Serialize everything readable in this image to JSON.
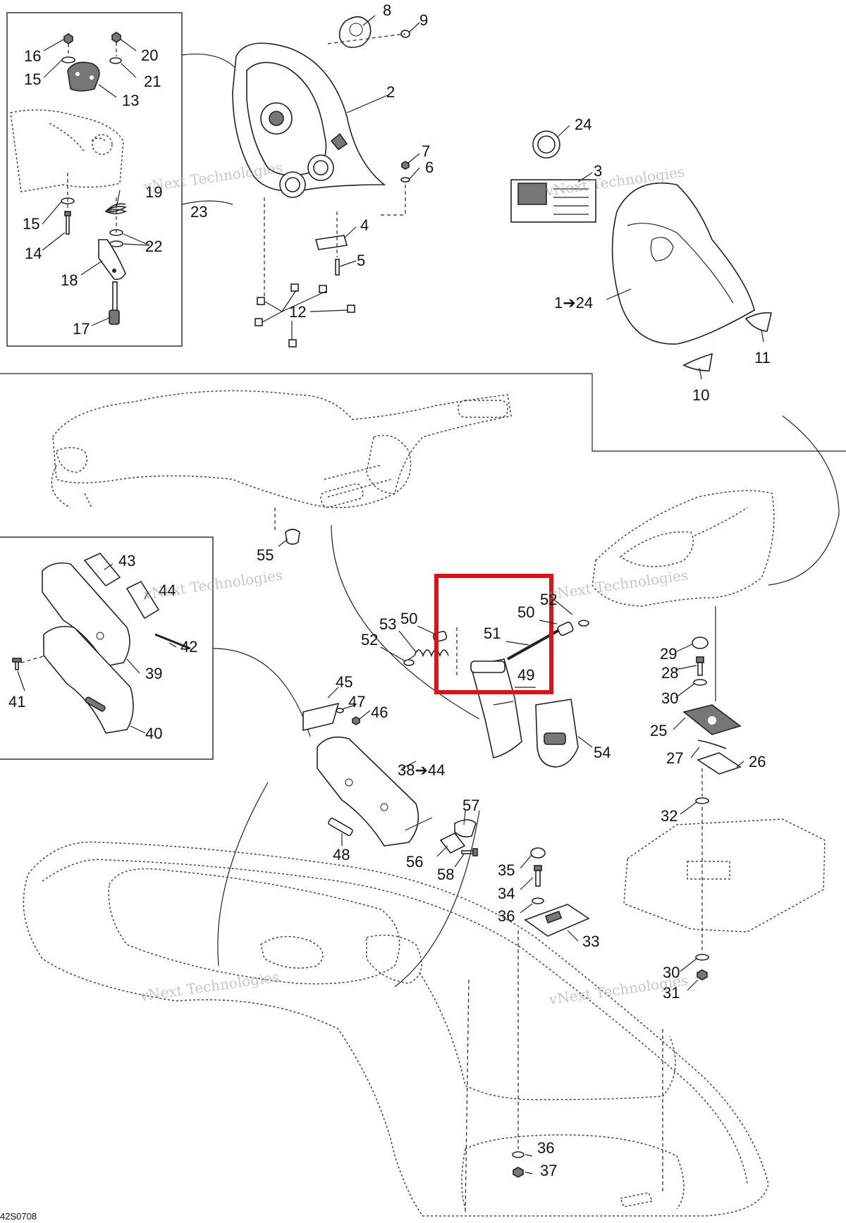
{
  "diagram": {
    "drawing_code": "42S0708",
    "watermark_line1": "vNext",
    "watermark_line2": "Technologies",
    "watermark_full": "vNext Technologies",
    "highlight_color": "#d9141b",
    "callouts": {
      "c2": "2",
      "c4": "4",
      "c5": "5",
      "c6": "6",
      "c7": "7",
      "c8": "8",
      "c9": "9",
      "c10": "10",
      "c11": "11",
      "c12": "12",
      "c13": "13",
      "c14": "14",
      "c15a": "15",
      "c15b": "15",
      "c16": "16",
      "c17": "17",
      "c18": "18",
      "c19": "19",
      "c20": "20",
      "c21": "21",
      "c22": "22",
      "c23": "23",
      "c24": "24",
      "c3": "3",
      "c1_24": "1➔24",
      "c25": "25",
      "c26": "26",
      "c27": "27",
      "c28": "28",
      "c29": "29",
      "c30a": "30",
      "c30b": "30",
      "c31": "31",
      "c32": "32",
      "c33": "33",
      "c34": "34",
      "c35": "35",
      "c36a": "36",
      "c36b": "36",
      "c37": "37",
      "c38_44": "38➔44",
      "c39": "39",
      "c40": "40",
      "c41": "41",
      "c42": "42",
      "c43": "43",
      "c44": "44",
      "c45": "45",
      "c46": "46",
      "c47": "47",
      "c48": "48",
      "c49": "49",
      "c50a": "50",
      "c50b": "50",
      "c51": "51",
      "c52a": "52",
      "c52b": "52",
      "c53": "53",
      "c54": "54",
      "c55": "55",
      "c56": "56",
      "c57": "57",
      "c58": "58"
    }
  }
}
